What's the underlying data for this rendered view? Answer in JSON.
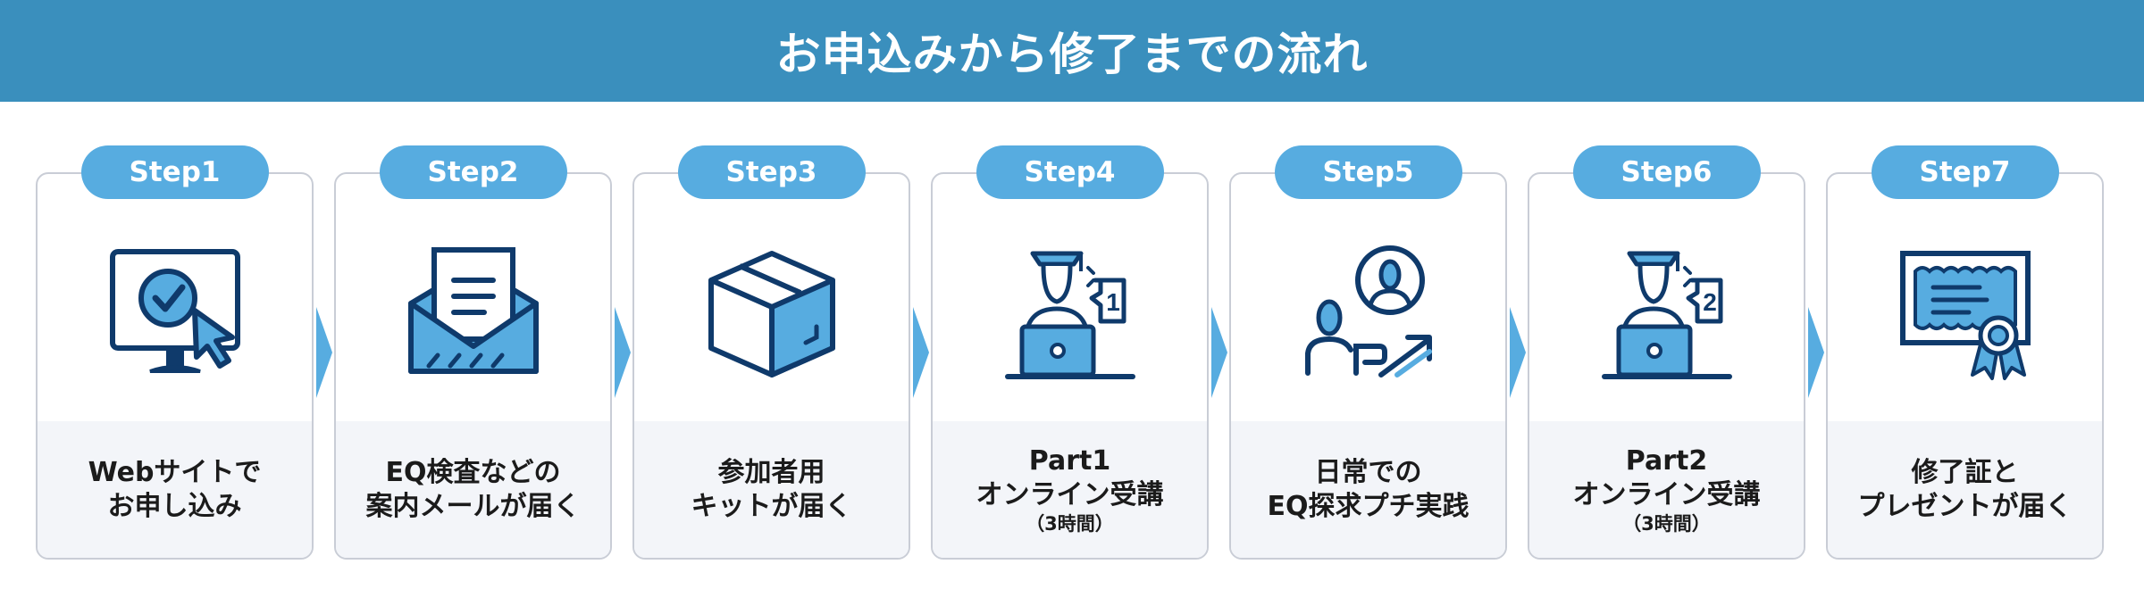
{
  "header": {
    "title": "お申込みから修了までの流れ"
  },
  "steps": [
    {
      "label": "Step1",
      "icon": "web-signup-icon",
      "lines": [
        "Webサイトで",
        "お申し込み"
      ],
      "note": ""
    },
    {
      "label": "Step2",
      "icon": "mail-icon",
      "lines": [
        "EQ検査などの",
        "案内メールが届く"
      ],
      "note": ""
    },
    {
      "label": "Step3",
      "icon": "box-icon",
      "lines": [
        "参加者用",
        "キットが届く"
      ],
      "note": ""
    },
    {
      "label": "Step4",
      "icon": "online-course-icon",
      "lines": [
        "Part1",
        "オンライン受講"
      ],
      "note": "（3時間）",
      "badge": "1"
    },
    {
      "label": "Step5",
      "icon": "practice-icon",
      "lines": [
        "日常での",
        "EQ探求プチ実践"
      ],
      "note": ""
    },
    {
      "label": "Step6",
      "icon": "online-course-icon",
      "lines": [
        "Part2",
        "オンライン受講"
      ],
      "note": "（3時間）",
      "badge": "2"
    },
    {
      "label": "Step7",
      "icon": "certificate-icon",
      "lines": [
        "修了証と",
        "プレゼントが届く"
      ],
      "note": ""
    }
  ],
  "colors": {
    "header": "#3a8fbd",
    "accent": "#57ace0",
    "dark": "#0f3a6b",
    "card_bottom": "#f3f5f9"
  }
}
